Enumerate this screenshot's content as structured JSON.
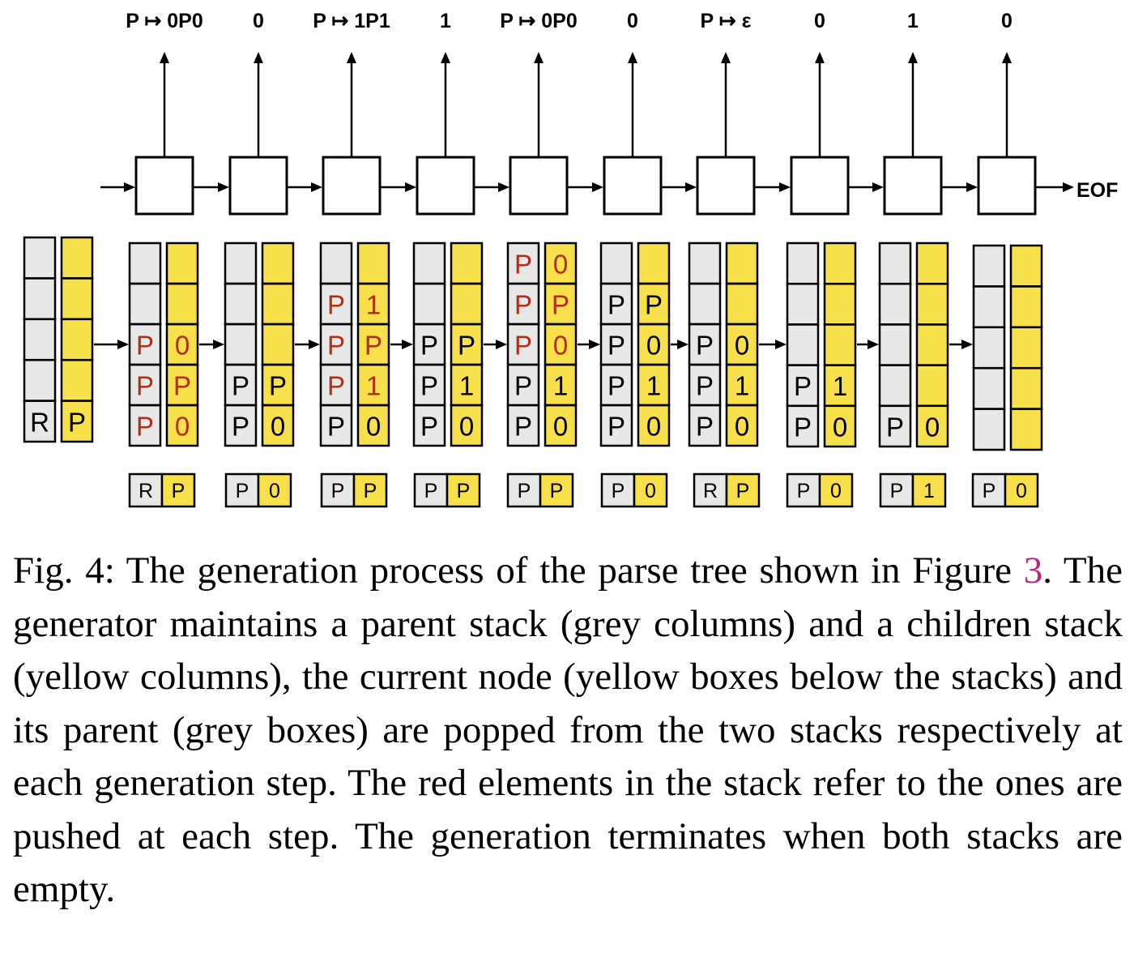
{
  "colors": {
    "parent_stack": "#e8e8e8",
    "children_stack": "#f7e04b",
    "pushed": "#b22c16",
    "normal": "#000000",
    "link": "#c0247a"
  },
  "outputs": [
    "P ↦ 0P0",
    "0",
    "P ↦ 1P1",
    "1",
    "P ↦ 0P0",
    "0",
    "P ↦ ε",
    "0",
    "1",
    "0"
  ],
  "eof_label": "EOF",
  "stack_snapshots": [
    {
      "parent": [
        {
          "t": "R",
          "pushed": false
        }
      ],
      "children": [
        {
          "t": "P",
          "pushed": false
        }
      ]
    },
    {
      "parent": [
        {
          "t": "P",
          "pushed": true
        },
        {
          "t": "P",
          "pushed": true
        },
        {
          "t": "P",
          "pushed": true
        }
      ],
      "children": [
        {
          "t": "0",
          "pushed": true
        },
        {
          "t": "P",
          "pushed": true
        },
        {
          "t": "0",
          "pushed": true
        }
      ]
    },
    {
      "parent": [
        {
          "t": "P",
          "pushed": false
        },
        {
          "t": "P",
          "pushed": false
        }
      ],
      "children": [
        {
          "t": "0",
          "pushed": false
        },
        {
          "t": "P",
          "pushed": false
        }
      ]
    },
    {
      "parent": [
        {
          "t": "P",
          "pushed": false
        },
        {
          "t": "P",
          "pushed": true
        },
        {
          "t": "P",
          "pushed": true
        },
        {
          "t": "P",
          "pushed": true
        }
      ],
      "children": [
        {
          "t": "0",
          "pushed": false
        },
        {
          "t": "1",
          "pushed": true
        },
        {
          "t": "P",
          "pushed": true
        },
        {
          "t": "1",
          "pushed": true
        }
      ]
    },
    {
      "parent": [
        {
          "t": "P",
          "pushed": false
        },
        {
          "t": "P",
          "pushed": false
        },
        {
          "t": "P",
          "pushed": false
        }
      ],
      "children": [
        {
          "t": "0",
          "pushed": false
        },
        {
          "t": "1",
          "pushed": false
        },
        {
          "t": "P",
          "pushed": false
        }
      ]
    },
    {
      "parent": [
        {
          "t": "P",
          "pushed": false
        },
        {
          "t": "P",
          "pushed": false
        },
        {
          "t": "P",
          "pushed": true
        },
        {
          "t": "P",
          "pushed": true
        },
        {
          "t": "P",
          "pushed": true
        }
      ],
      "children": [
        {
          "t": "0",
          "pushed": false
        },
        {
          "t": "1",
          "pushed": false
        },
        {
          "t": "0",
          "pushed": true
        },
        {
          "t": "P",
          "pushed": true
        },
        {
          "t": "0",
          "pushed": true
        }
      ]
    },
    {
      "parent": [
        {
          "t": "P",
          "pushed": false
        },
        {
          "t": "P",
          "pushed": false
        },
        {
          "t": "P",
          "pushed": false
        },
        {
          "t": "P",
          "pushed": false
        }
      ],
      "children": [
        {
          "t": "0",
          "pushed": false
        },
        {
          "t": "1",
          "pushed": false
        },
        {
          "t": "0",
          "pushed": false
        },
        {
          "t": "P",
          "pushed": false
        }
      ]
    },
    {
      "parent": [
        {
          "t": "P",
          "pushed": false
        },
        {
          "t": "P",
          "pushed": false
        },
        {
          "t": "P",
          "pushed": false
        }
      ],
      "children": [
        {
          "t": "0",
          "pushed": false
        },
        {
          "t": "1",
          "pushed": false
        },
        {
          "t": "0",
          "pushed": false
        }
      ]
    },
    {
      "parent": [
        {
          "t": "P",
          "pushed": false
        },
        {
          "t": "P",
          "pushed": false
        }
      ],
      "children": [
        {
          "t": "0",
          "pushed": false
        },
        {
          "t": "1",
          "pushed": false
        }
      ]
    },
    {
      "parent": [
        {
          "t": "P",
          "pushed": false
        }
      ],
      "children": [
        {
          "t": "0",
          "pushed": false
        }
      ]
    },
    {
      "parent": [],
      "children": []
    }
  ],
  "popped_pairs": [
    {
      "parent": "R",
      "node": "P"
    },
    {
      "parent": "P",
      "node": "0"
    },
    {
      "parent": "P",
      "node": "P"
    },
    {
      "parent": "P",
      "node": "P"
    },
    {
      "parent": "P",
      "node": "P"
    },
    {
      "parent": "P",
      "node": "0"
    },
    {
      "parent": "R",
      "node": "P"
    },
    {
      "parent": "P",
      "node": "0"
    },
    {
      "parent": "P",
      "node": "1"
    },
    {
      "parent": "P",
      "node": "0"
    }
  ],
  "caption": {
    "prefix": "Fig. 4: The generation process of the parse tree shown in Figure ",
    "ref": "3",
    "suffix": ". The generator maintains a parent stack (grey columns) and a children stack (yellow columns), the current node (yellow boxes below the stacks) and its parent (grey boxes) are popped from the two stacks respectively at each generation step. The red elements in the stack refer to the ones are pushed at each step. The generation terminates when both stacks are empty."
  }
}
